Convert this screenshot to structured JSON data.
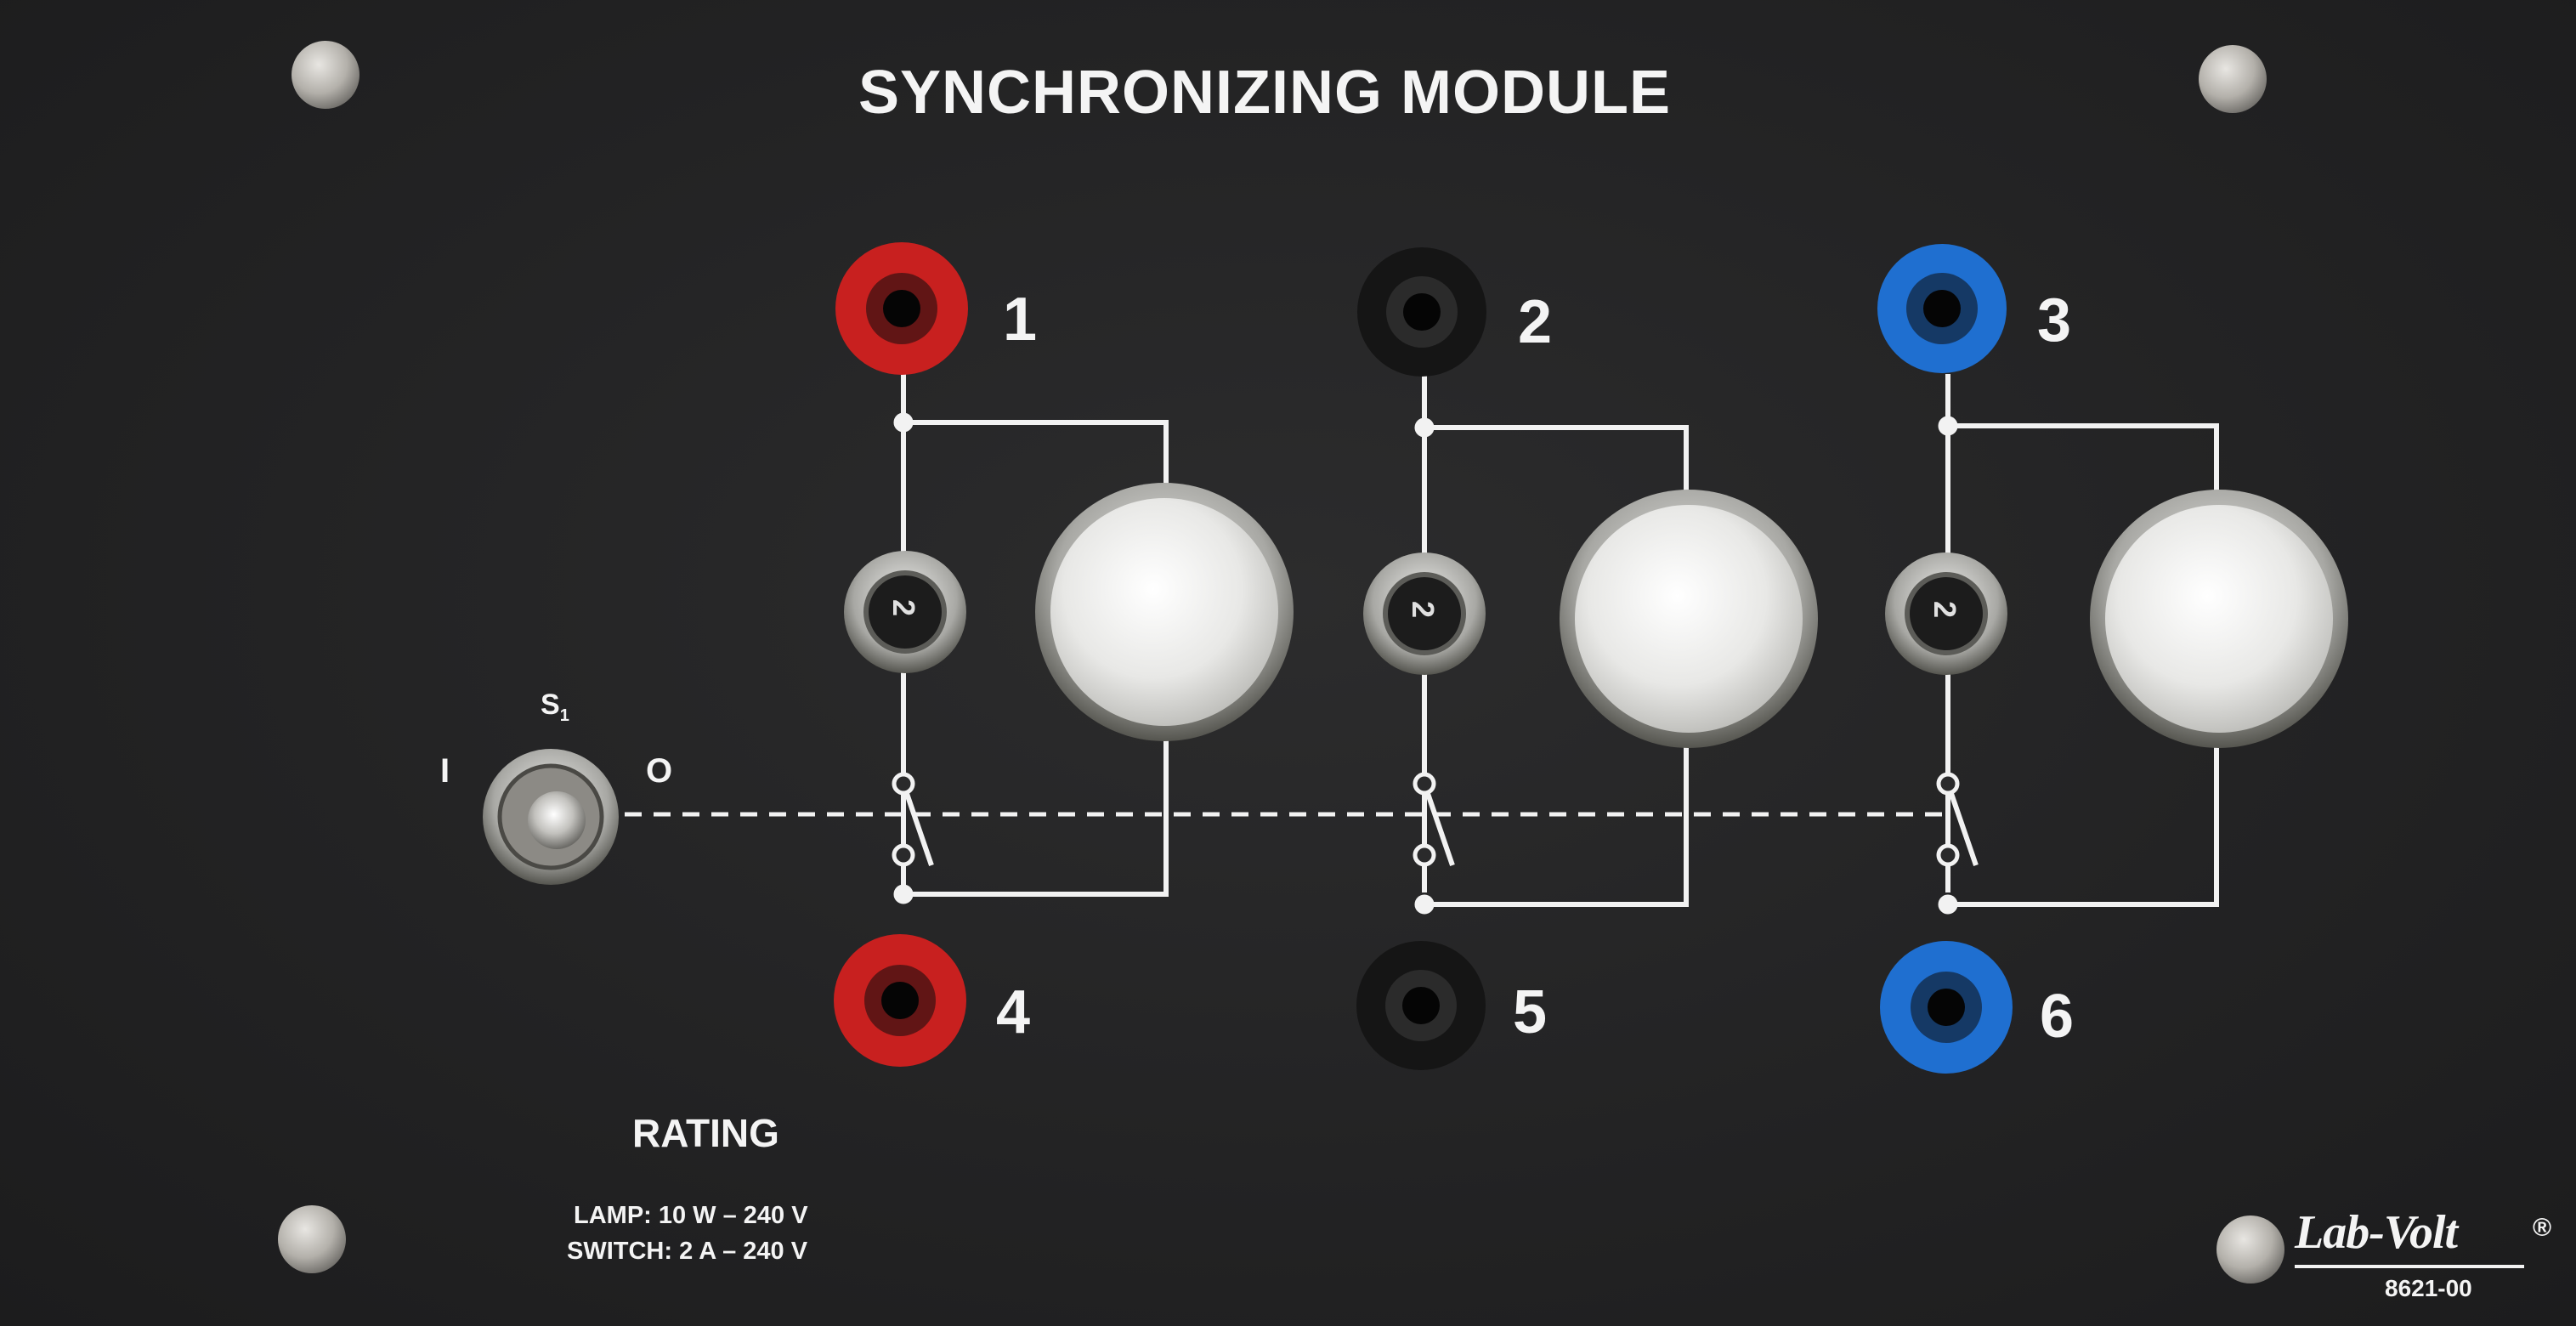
{
  "panel": {
    "title": "SYNCHRONIZING MODULE",
    "terminals": [
      {
        "label": "1",
        "color": "#c8201f"
      },
      {
        "label": "2",
        "color": "#151515"
      },
      {
        "label": "3",
        "color": "#1f6fd0"
      },
      {
        "label": "4",
        "color": "#c8201f"
      },
      {
        "label": "5",
        "color": "#151515"
      },
      {
        "label": "6",
        "color": "#1f6fd0"
      }
    ],
    "fuse_label": "2",
    "switch": {
      "name": "S",
      "subscript": "1",
      "on_label": "I",
      "off_label": "O"
    },
    "rating": {
      "heading": "RATING",
      "lamp": "LAMP: 10 W – 240 V",
      "switch": "SWITCH: 2 A – 240 V"
    },
    "brand": "Lab-Volt",
    "brand_mark": "®",
    "model": "8621-00"
  }
}
